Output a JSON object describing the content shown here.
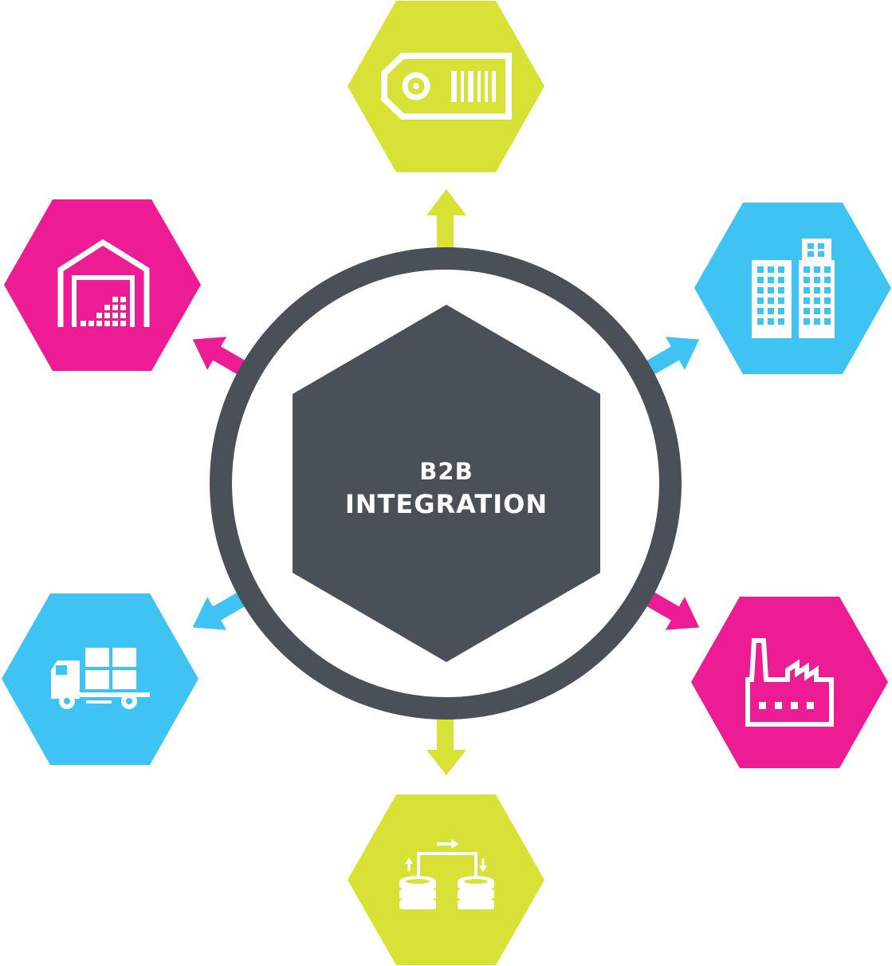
{
  "center": {
    "title_line1": "B2B",
    "title_line2": "INTEGRATION"
  },
  "colors": {
    "core": "#4a5058",
    "ring": "#4a5058",
    "lime": "#d8e236",
    "magenta": "#ec1c94",
    "sky": "#3ec3f2",
    "icon": "#ffffff"
  },
  "nodes": [
    {
      "id": "top",
      "icon": "price-tag-barcode-icon",
      "color": "lime"
    },
    {
      "id": "upper-right",
      "icon": "office-buildings-icon",
      "color": "sky"
    },
    {
      "id": "lower-right",
      "icon": "factory-icon",
      "color": "magenta"
    },
    {
      "id": "bottom",
      "icon": "database-sync-icon",
      "color": "lime"
    },
    {
      "id": "lower-left",
      "icon": "delivery-truck-icon",
      "color": "sky"
    },
    {
      "id": "upper-left",
      "icon": "warehouse-icon",
      "color": "magenta"
    }
  ]
}
